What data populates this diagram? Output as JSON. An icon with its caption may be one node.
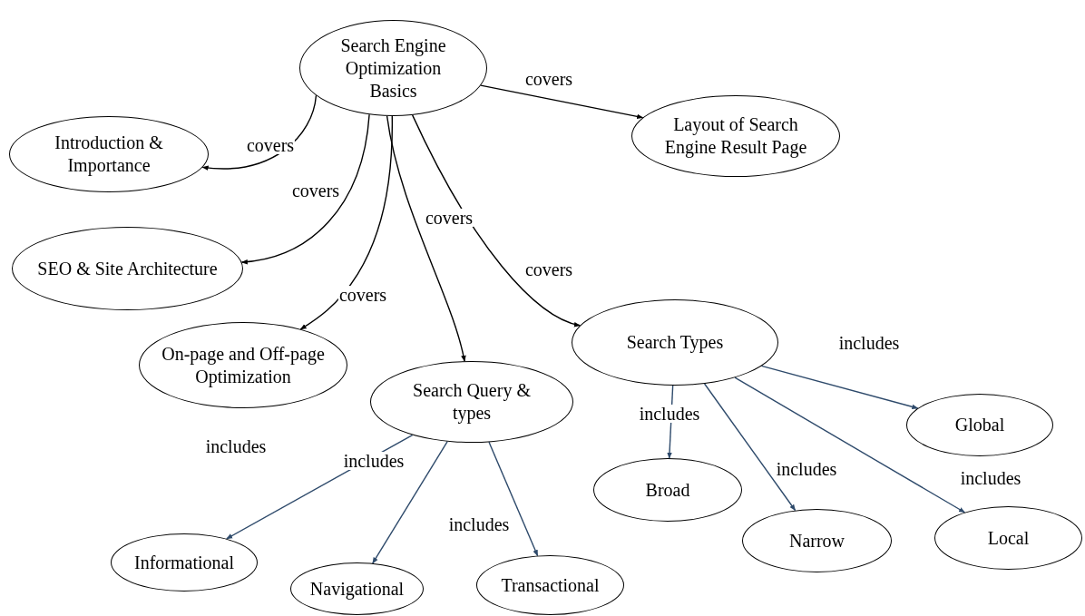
{
  "diagram": {
    "nodes": [
      {
        "text": [
          "Search Engine Optimization Basics"
        ]
      },
      {
        "text": [
          "Introduction & Importance"
        ]
      },
      {
        "text": [
          "Layout of Search Engine Result Page"
        ]
      },
      {
        "text": [
          "SEO & Site Architecture"
        ]
      },
      {
        "text": [
          "On-page and Off-page Optimization"
        ]
      },
      {
        "text": [
          "Search Query & types"
        ]
      },
      {
        "text": [
          "Search Types"
        ]
      },
      {
        "text": [
          "Global"
        ]
      },
      {
        "text": [
          "Broad"
        ]
      },
      {
        "text": [
          "Narrow"
        ]
      },
      {
        "text": [
          "Local"
        ]
      },
      {
        "text": [
          "Informational"
        ]
      },
      {
        "text": [
          "Navigational"
        ]
      },
      {
        "text": [
          "Transactional"
        ]
      }
    ],
    "edges": [
      {
        "from": 0,
        "to": 1,
        "arrow": "to",
        "label": "covers",
        "color": "#000000"
      },
      {
        "from": 0,
        "to": 2,
        "arrow": "to",
        "label": "covers",
        "color": "#000000"
      },
      {
        "from": 0,
        "to": 3,
        "arrow": "to",
        "label": "covers",
        "color": "#000000"
      },
      {
        "from": 0,
        "to": 4,
        "arrow": "to",
        "label": "covers",
        "color": "#000000"
      },
      {
        "from": 0,
        "to": 5,
        "arrow": "to",
        "label": "covers",
        "color": "#000000"
      },
      {
        "from": 0,
        "to": 6,
        "arrow": "to",
        "label": "covers",
        "color": "#000000"
      },
      {
        "from": 5,
        "to": 11,
        "arrow": "to",
        "label": "includes"
      },
      {
        "from": 5,
        "to": 12,
        "arrow": "to",
        "label": "includes"
      },
      {
        "from": 5,
        "to": 13,
        "arrow": "to",
        "label": "includes"
      },
      {
        "from": 6,
        "to": 8,
        "arrow": "to",
        "label": "includes"
      },
      {
        "from": 6,
        "to": 9,
        "arrow": "to",
        "label": "includes"
      },
      {
        "from": 6,
        "to": 7,
        "arrow": "to",
        "label": "includes"
      },
      {
        "from": 6,
        "to": 10,
        "arrow": "to",
        "label": "includes"
      }
    ]
  }
}
